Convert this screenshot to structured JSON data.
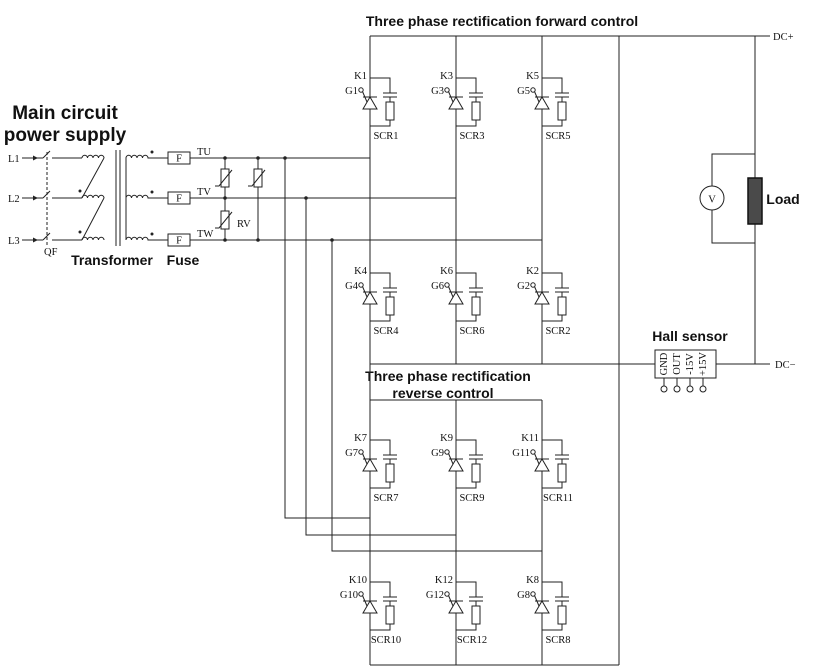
{
  "titles": {
    "forward": "Three phase rectification forward control",
    "reverse": [
      "Three phase rectification",
      "reverse control"
    ],
    "power_supply": [
      "Main circuit",
      "power supply"
    ]
  },
  "dc": {
    "plus": "DC+",
    "minus": "DC−"
  },
  "supply": {
    "breaker": "QF",
    "transformer": "Transformer",
    "fuse": "Fuse",
    "varistor": "RV",
    "phases": [
      {
        "input": "L1",
        "fuse": "F",
        "output": "TU"
      },
      {
        "input": "L2",
        "fuse": "F",
        "output": "TV"
      },
      {
        "input": "L3",
        "fuse": "F",
        "output": "TW"
      }
    ]
  },
  "load": {
    "label": "Load",
    "meter": "V"
  },
  "hall_sensor": {
    "label": "Hall sensor",
    "pins": [
      "GND",
      "OUT",
      "-15V",
      "+15V"
    ]
  },
  "forward_bridge": [
    [
      {
        "k": "K1",
        "g": "G1",
        "scr": "SCR1"
      },
      {
        "k": "K3",
        "g": "G3",
        "scr": "SCR3"
      },
      {
        "k": "K5",
        "g": "G5",
        "scr": "SCR5"
      }
    ],
    [
      {
        "k": "K4",
        "g": "G4",
        "scr": "SCR4"
      },
      {
        "k": "K6",
        "g": "G6",
        "scr": "SCR6"
      },
      {
        "k": "K2",
        "g": "G2",
        "scr": "SCR2"
      }
    ]
  ],
  "reverse_bridge": [
    [
      {
        "k": "K7",
        "g": "G7",
        "scr": "SCR7"
      },
      {
        "k": "K9",
        "g": "G9",
        "scr": "SCR9"
      },
      {
        "k": "K11",
        "g": "G11",
        "scr": "SCR11"
      }
    ],
    [
      {
        "k": "K10",
        "g": "G10",
        "scr": "SCR10"
      },
      {
        "k": "K12",
        "g": "G12",
        "scr": "SCR12"
      },
      {
        "k": "K8",
        "g": "G8",
        "scr": "SCR8"
      }
    ]
  ]
}
